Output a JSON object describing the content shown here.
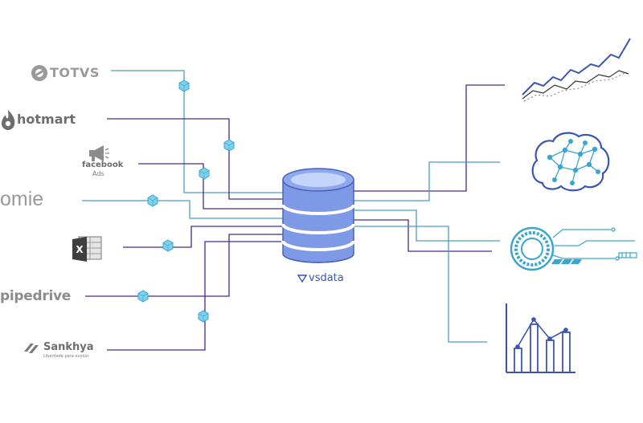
{
  "sources": [
    {
      "name": "TOTVS",
      "icon": "totvs-logo-icon"
    },
    {
      "name": "hotmart",
      "icon": "hotmart-flame-icon"
    },
    {
      "name": "facebook",
      "sub": "Ads",
      "icon": "megaphone-icon"
    },
    {
      "name": "omie",
      "icon": "omie-logo-icon"
    },
    {
      "name": "Excel",
      "icon": "excel-icon"
    },
    {
      "name": "pipedrive",
      "icon": "pipedrive-logo-icon"
    },
    {
      "name": "Sankhya",
      "sub": "Liberdade para evoluir",
      "icon": "sankhya-logo-icon"
    }
  ],
  "hub": {
    "brand": "vsdata",
    "icon": "database-icon"
  },
  "outputs": [
    {
      "icon": "line-chart-icon"
    },
    {
      "icon": "brain-network-icon"
    },
    {
      "icon": "circuit-ring-icon"
    },
    {
      "icon": "bar-chart-icon"
    }
  ],
  "colors": {
    "teal_line": "#4a9ec7",
    "purple_line": "#4b2a86",
    "cube": "#7fd0ec",
    "db_fill": "#7e9ae6",
    "db_stroke": "#4a63b8",
    "icon_blue": "#3a55b4",
    "icon_cyan": "#3aa6cf"
  }
}
